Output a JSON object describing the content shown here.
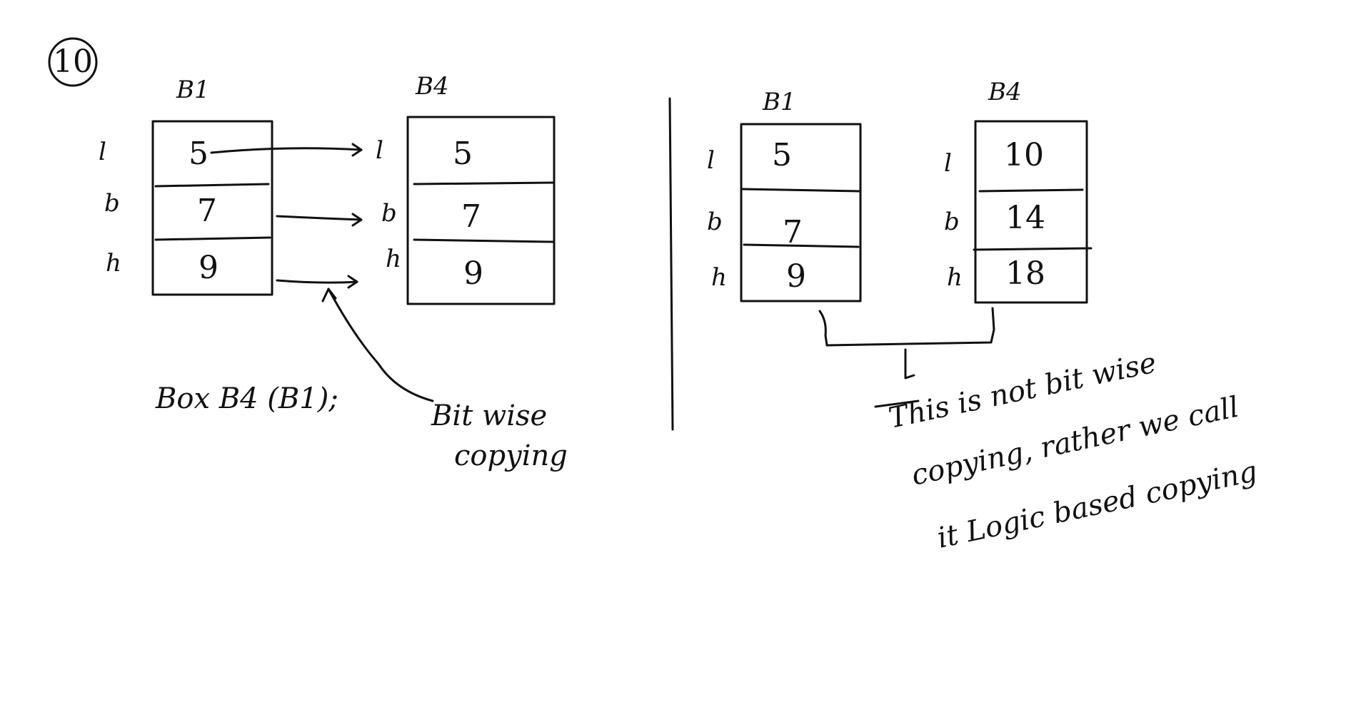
{
  "colors": {
    "background": "#ffffff",
    "ink": "#111111"
  },
  "example_number": "10",
  "left": {
    "box1": {
      "title": "B1",
      "values": [
        "5",
        "7",
        "9"
      ]
    },
    "box2": {
      "title": "B4",
      "values": [
        "5",
        "7",
        "9"
      ]
    },
    "row_labels": [
      "l",
      "b",
      "h"
    ],
    "target_row_labels": [
      "l",
      "b",
      "h"
    ],
    "statement": "Box B4 (B1);",
    "arrow_note_line1": "Bit wise",
    "arrow_note_line2": "copying"
  },
  "right": {
    "box1": {
      "title": "B1",
      "values": [
        "5",
        "7",
        "9"
      ]
    },
    "box2": {
      "title": "B4",
      "values": [
        "10",
        "14",
        "18"
      ]
    },
    "row_labels": [
      "l",
      "b",
      "h"
    ],
    "box2_row_labels": [
      "l",
      "b",
      "h"
    ],
    "note_lines": [
      "This is not bit wise",
      "copying, rather we call",
      "it Logic based copying"
    ]
  }
}
